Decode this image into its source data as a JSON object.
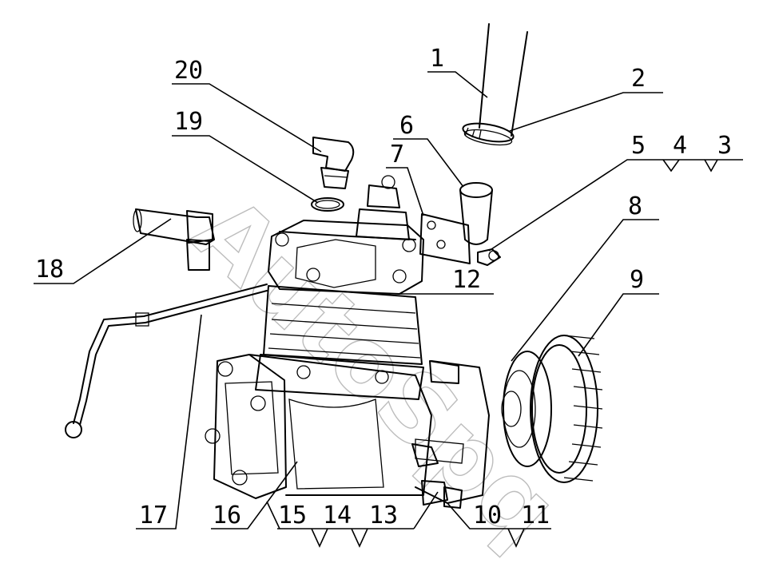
{
  "watermark": "AutoSpq",
  "callouts": [
    "1",
    "2",
    "3",
    "4",
    "5",
    "6",
    "7",
    "8",
    "9",
    "10",
    "11",
    "12",
    "13",
    "14",
    "15",
    "16",
    "17",
    "18",
    "19",
    "20"
  ]
}
